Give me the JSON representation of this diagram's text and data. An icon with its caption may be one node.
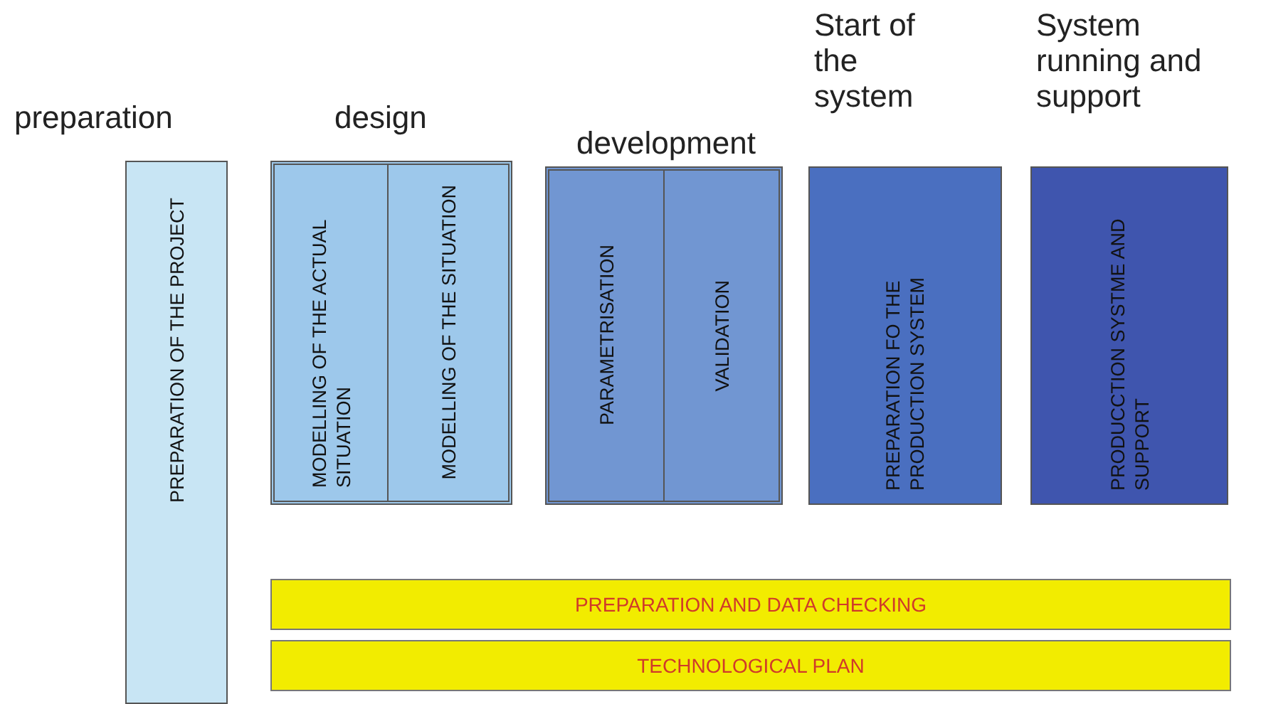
{
  "diagram": {
    "nodes": [
      {
        "text": [
          "preparation",
          "PREPARATION OF THE PROJECT"
        ]
      },
      {
        "text": [
          "design"
        ]
      },
      {
        "text": [
          "MODELLING OF THE ACTUAL SITUATION"
        ],
        "in": 1
      },
      {
        "text": [
          "MODELLING OF THE SITUATION"
        ],
        "in": 1
      },
      {
        "text": [
          "development"
        ]
      },
      {
        "text": [
          "PARAMETRISATION"
        ],
        "in": 4
      },
      {
        "text": [
          "VALIDATION"
        ],
        "in": 4
      },
      {
        "text": [
          "Start of the system",
          "PREPARATION FO THE PRODUCTION SYSTEM"
        ]
      },
      {
        "text": [
          "System running and support",
          "PRODUCCTION SYSTME AND SUPPORT"
        ]
      },
      {
        "text": [
          "PREPARATION AND DATA CHECKING"
        ]
      },
      {
        "text": [
          "TECHNOLOGICAL PLAN"
        ]
      }
    ],
    "edges": []
  }
}
